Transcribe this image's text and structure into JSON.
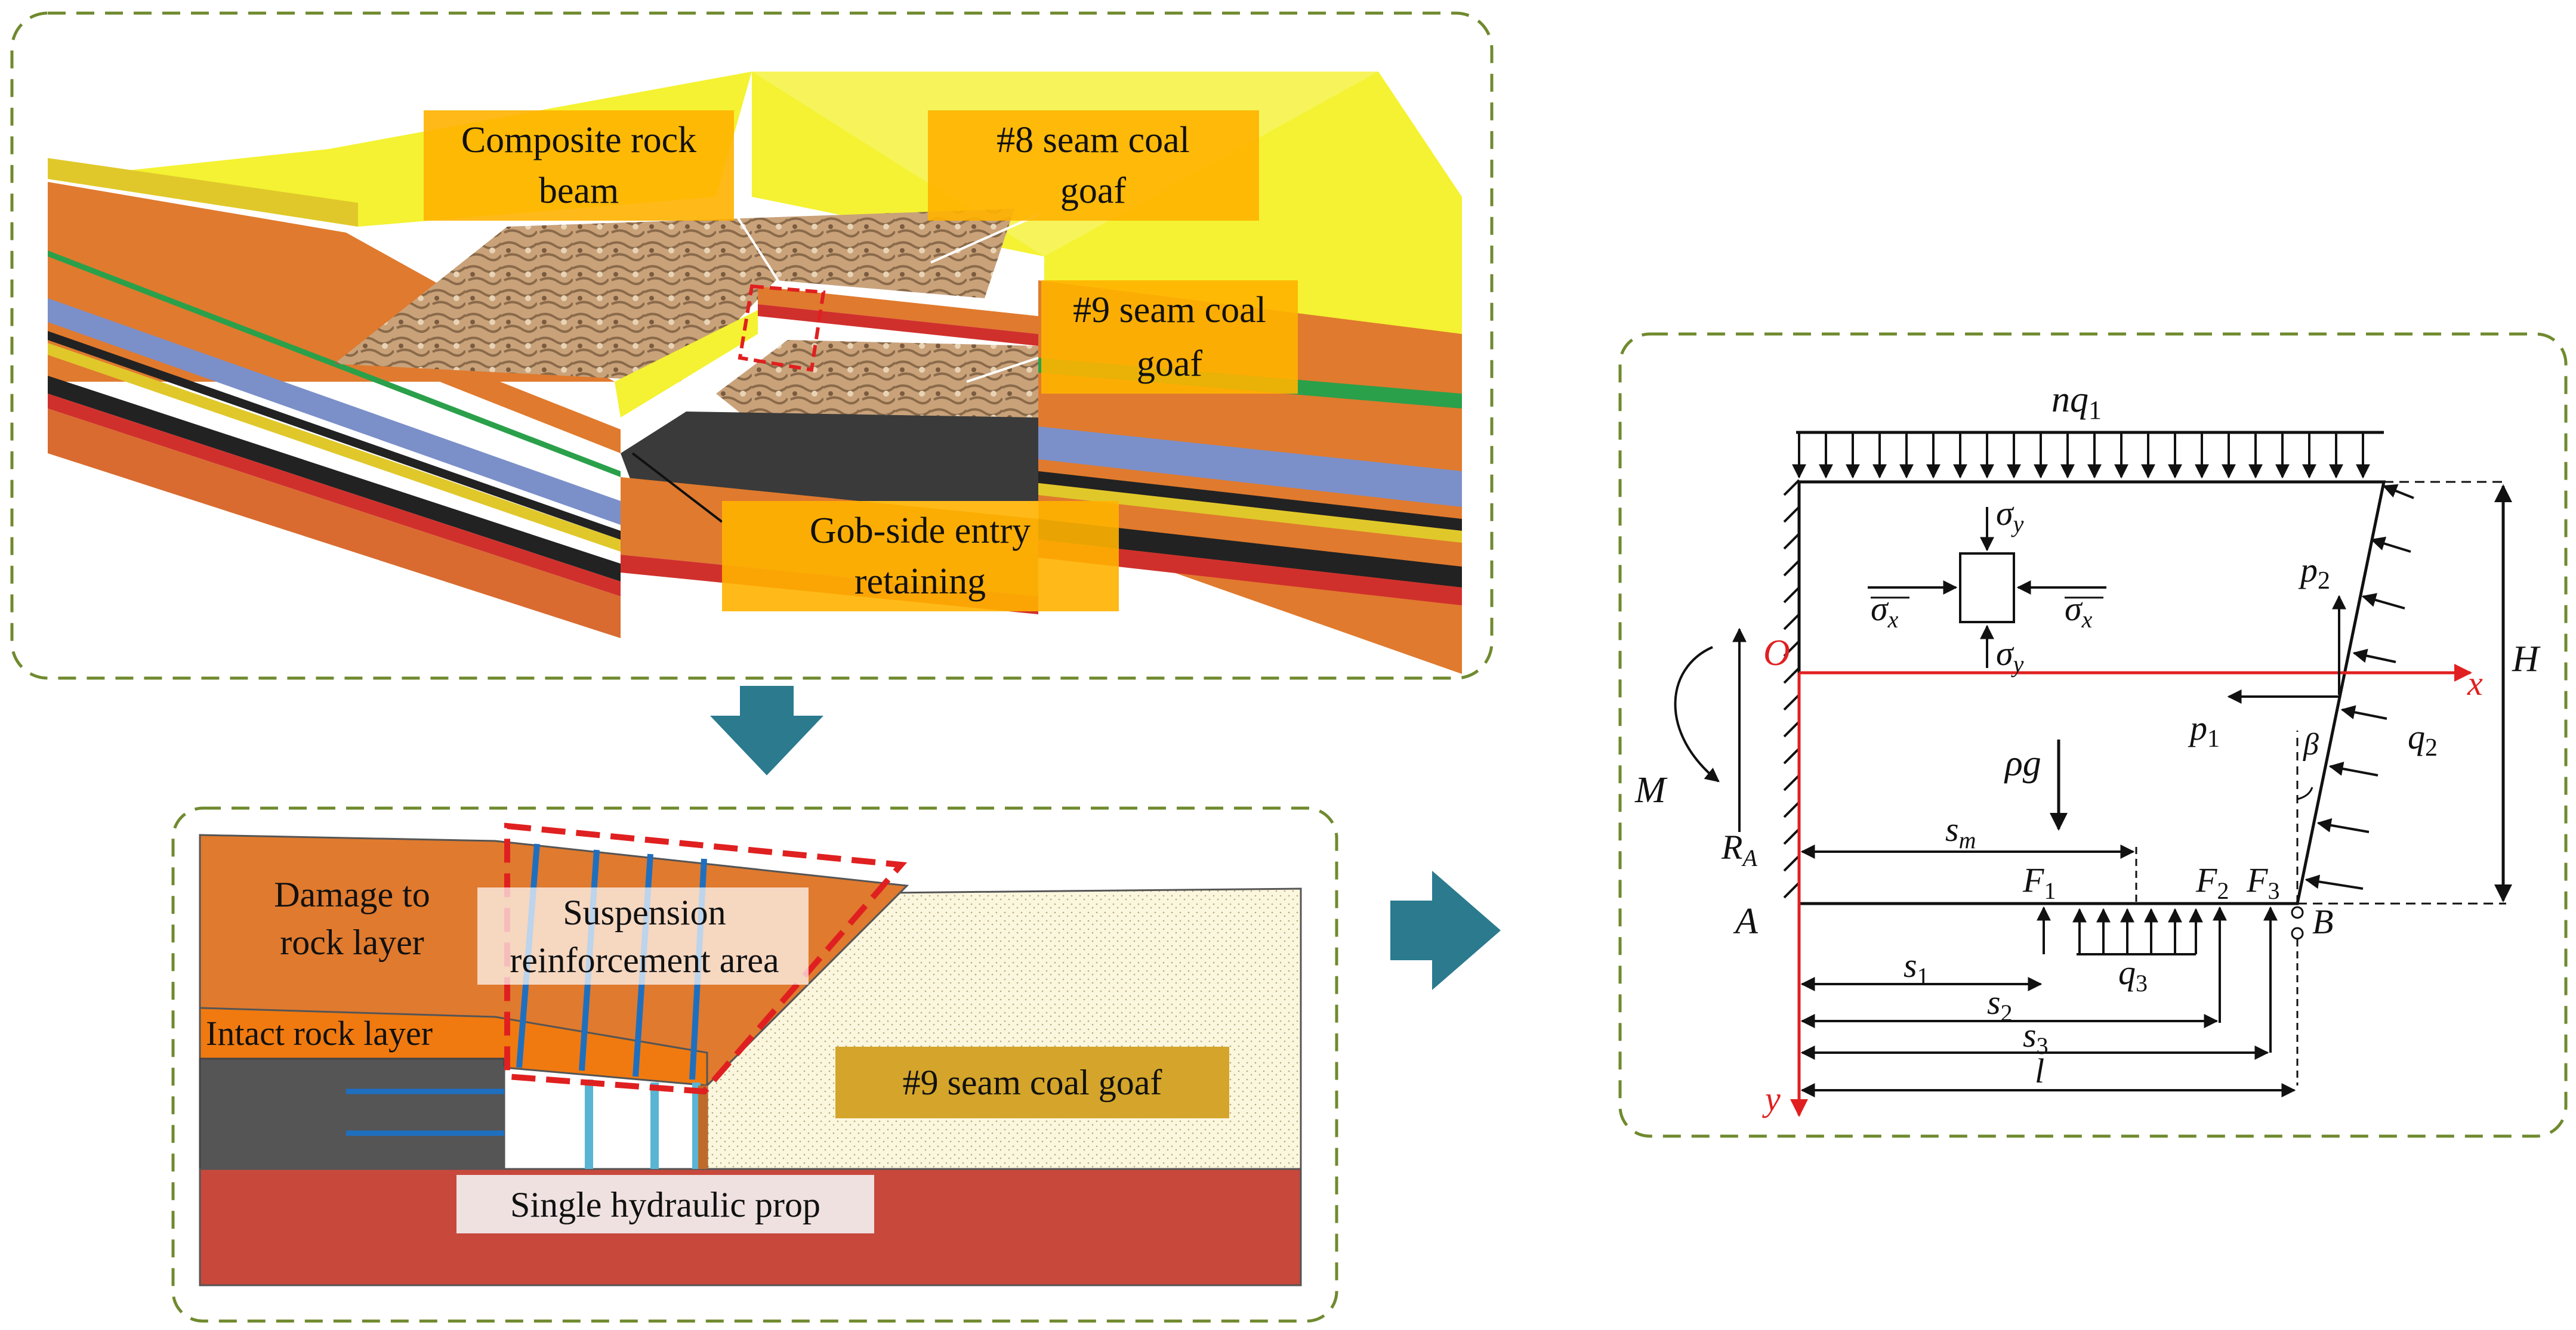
{
  "colors": {
    "frame_dash": "#6f8a2e",
    "label_box": "#ffb300",
    "arrow_teal": "#2b7a8e",
    "axis_red": "#e02020",
    "rock_orange": "#e07a2e",
    "coal_black": "#333333",
    "yellow_top": "#f4f232",
    "blue_layer": "#7b8fc9",
    "red_floor": "#c8483c"
  },
  "panel_3d": {
    "labels": {
      "composite": [
        "Composite rock",
        "beam"
      ],
      "seam8": [
        "#8 seam coal",
        "goaf"
      ],
      "seam9": [
        "#9 seam coal",
        "goaf"
      ],
      "gob": [
        "Gob-side entry",
        "retaining"
      ]
    }
  },
  "panel_section": {
    "damage": [
      "Damage to",
      "rock layer"
    ],
    "suspension": [
      "Suspension",
      "reinforcement area"
    ],
    "intact": "Intact rock layer",
    "goaf9": "#9 seam coal goaf",
    "prop": "Single hydraulic prop"
  },
  "panel_mech": {
    "nq1": "nq",
    "nq1_sub": "1",
    "sigma": "σ",
    "sub_y": "y",
    "sub_x": "x",
    "p2": "p",
    "p2_sub": "2",
    "p1": "p",
    "p1_sub": "1",
    "q2": "q",
    "q2_sub": "2",
    "q3": "q",
    "q3_sub": "3",
    "H": "H",
    "O": "O",
    "x_axis": "x",
    "y_axis": "y",
    "M": "M",
    "rho_g": "ρg",
    "beta": "β",
    "R": "R",
    "R_sub": "A",
    "A": "A",
    "B": "B",
    "sm": "s",
    "sm_sub": "m",
    "F": "F",
    "F1_sub": "1",
    "F2_sub": "2",
    "F3_sub": "3",
    "s": "s",
    "s1_sub": "1",
    "s2_sub": "2",
    "s3_sub": "3",
    "l": "l"
  }
}
